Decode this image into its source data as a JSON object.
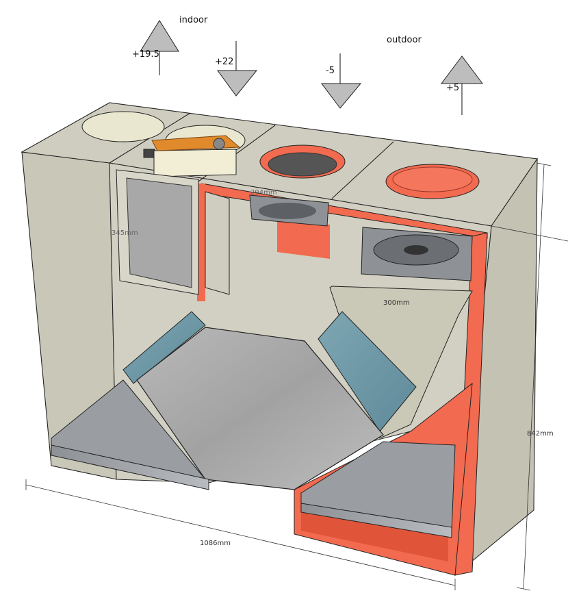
{
  "labels": {
    "indoor": "indoor",
    "outdoor": "outdoor",
    "t_indoor_out": "+19.5",
    "t_indoor_in": "+22",
    "t_outdoor_in": "-5",
    "t_outdoor_out": "+5"
  },
  "dimensions": {
    "width": "1086mm",
    "height": "842mm",
    "duct": "300mm",
    "fan": "294mm",
    "filter": "345mm"
  },
  "colors": {
    "panel": "#c8c6b7",
    "panel_dark": "#b3b1a2",
    "accent": "#f26a4f",
    "core": "#a9a9a9",
    "insulation": "#6f98a6",
    "actuator": "#e08a2c"
  }
}
